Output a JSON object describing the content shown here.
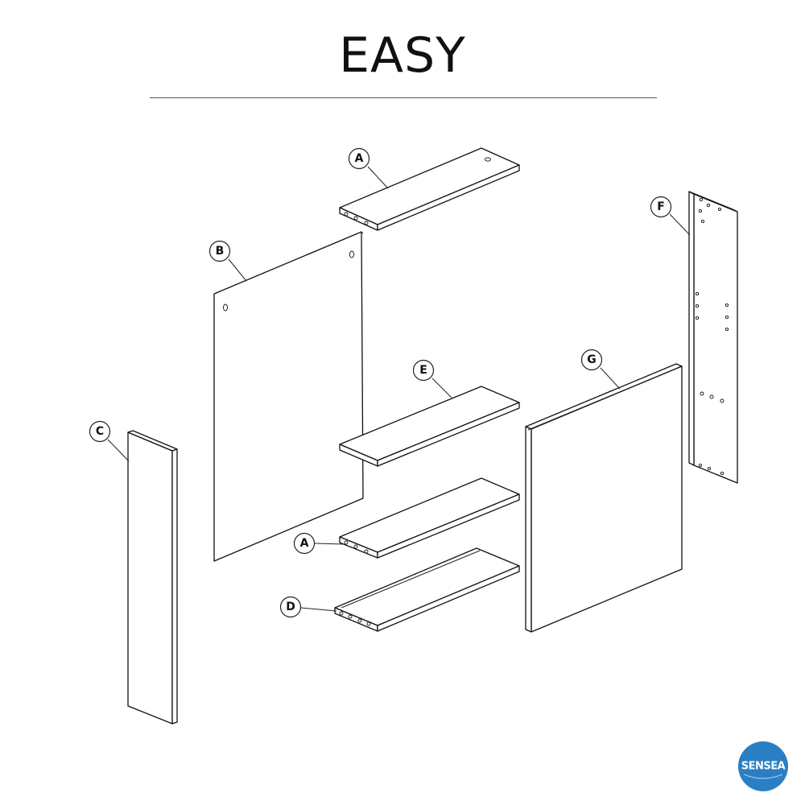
{
  "title": "EASY",
  "parts": {
    "a_top": "A",
    "b": "B",
    "c": "C",
    "d": "D",
    "e": "E",
    "f": "F",
    "g": "G",
    "a_bottom": "A"
  },
  "logo": {
    "text": "SENSEA",
    "color": "#2a7fc4"
  }
}
